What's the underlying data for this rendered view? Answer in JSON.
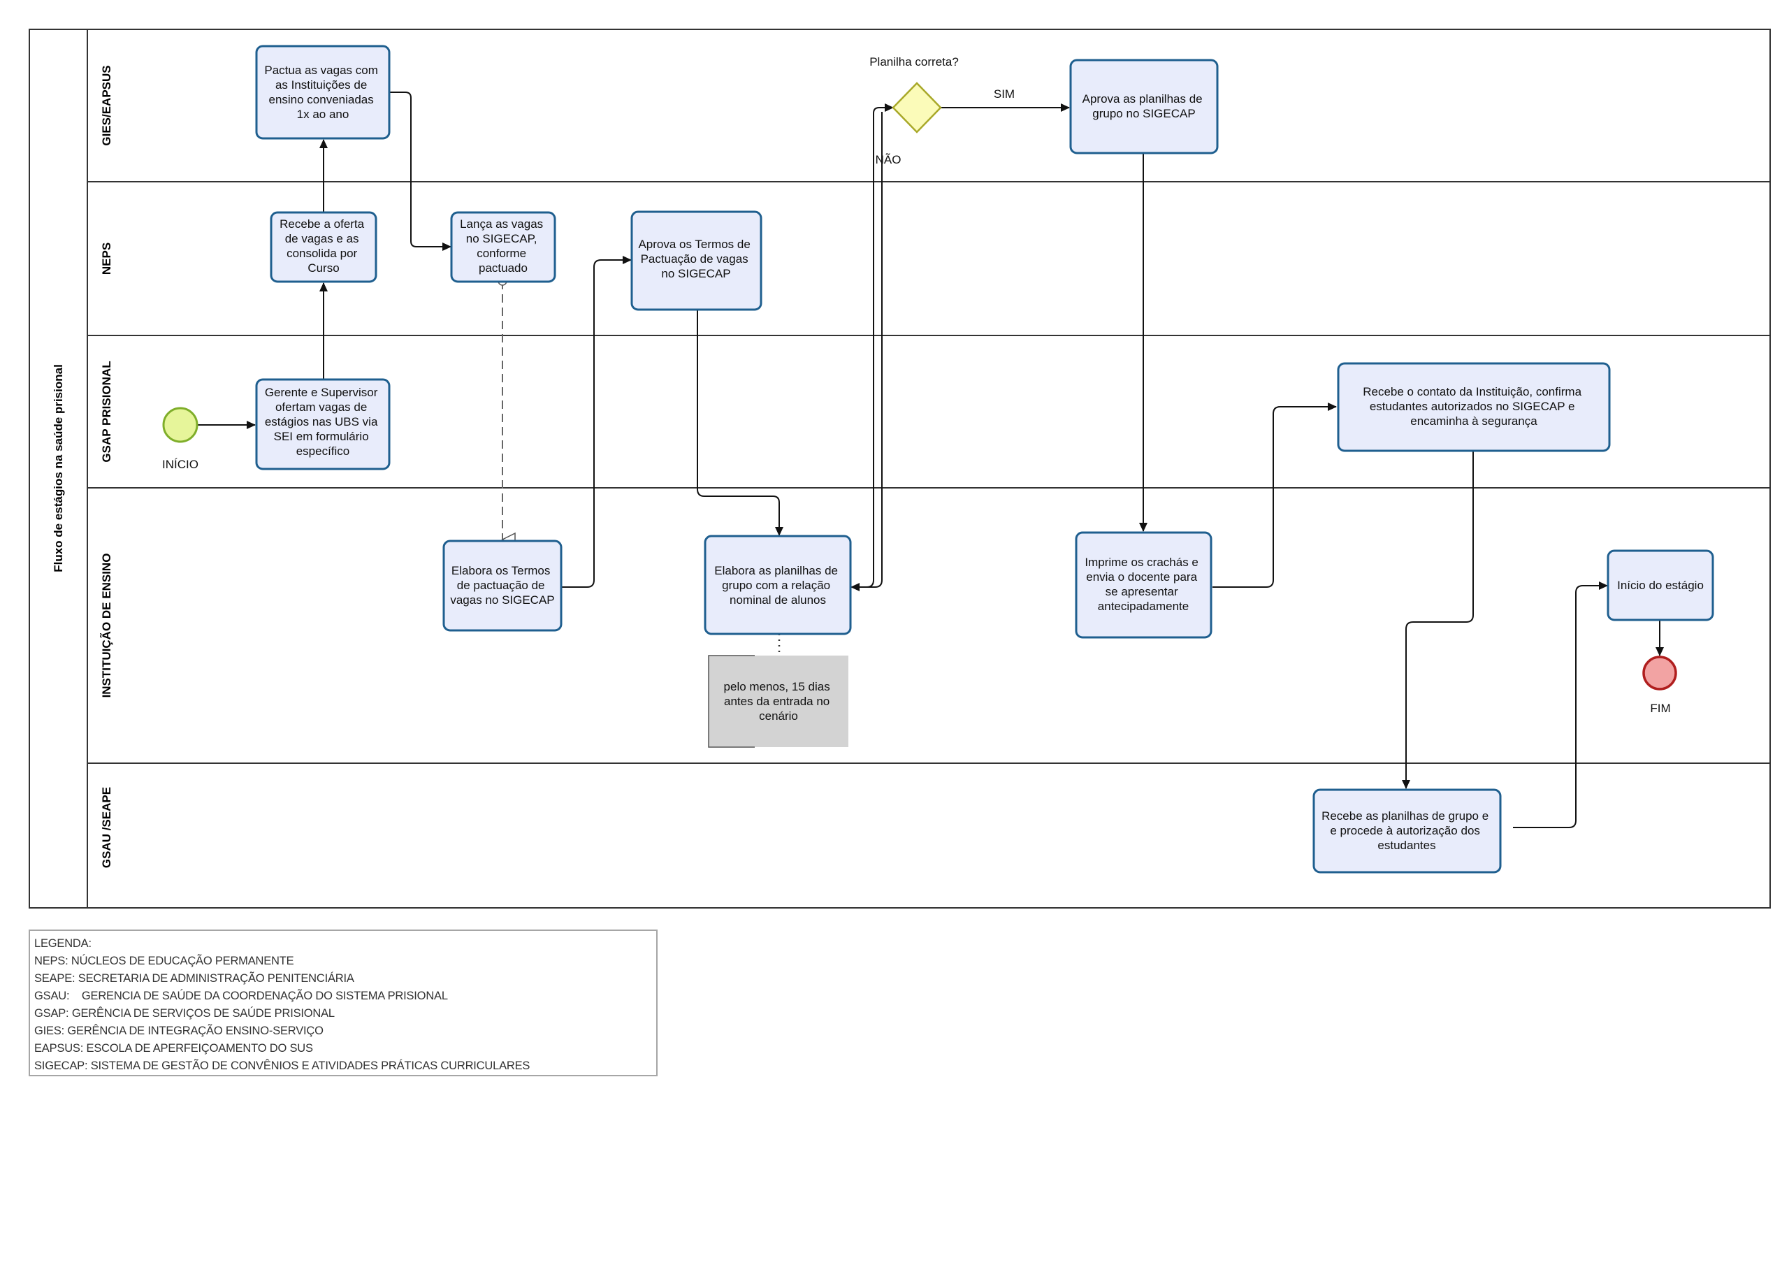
{
  "pool": {
    "title": "Fluxo de estágios na saúde prisional"
  },
  "lanes": [
    {
      "id": "gies",
      "label": "GIES/EAPSUS"
    },
    {
      "id": "neps",
      "label": "NEPS"
    },
    {
      "id": "gsap",
      "label": "GSAP PRISIONAL"
    },
    {
      "id": "inst",
      "label": "INSTITUIÇÃO DE ENSINO"
    },
    {
      "id": "gsau",
      "label": "GSAU /SEAPE"
    }
  ],
  "events": {
    "start": {
      "label": "INÍCIO"
    },
    "end": {
      "label": "FIM"
    }
  },
  "gateway": {
    "question": "Planilha correta?",
    "yes_label": "SIM",
    "no_label": "NÃO"
  },
  "tasks": {
    "pactua": [
      "Pactua as vagas com",
      "as Instituições de",
      "ensino conveniadas",
      "1x ao ano"
    ],
    "recebe_oferta": [
      "Recebe a oferta",
      "de vagas e as",
      "consolida por",
      "Curso"
    ],
    "lanca": [
      "Lança as vagas",
      "no SIGECAP,",
      "conforme",
      "pactuado"
    ],
    "aprova_termos": [
      "Aprova os Termos de",
      "Pactuação de vagas",
      "no SIGECAP"
    ],
    "aprova_planilhas": [
      "Aprova as planilhas de",
      "grupo no SIGECAP"
    ],
    "gerente": [
      "Gerente e Supervisor",
      "ofertam vagas de",
      "estágios nas UBS via",
      "SEI em formulário",
      "específico"
    ],
    "recebe_contato": [
      "Recebe o contato da Instituição, confirma",
      "estudantes autorizados no SIGECAP e",
      "encaminha à segurança"
    ],
    "elabora_termos": [
      "Elabora os Termos",
      "de pactuação de",
      "vagas no SIGECAP"
    ],
    "elabora_planilhas": [
      "Elabora as planilhas de",
      "grupo com a relação",
      "nominal de alunos"
    ],
    "imprime": [
      "Imprime os crachás e",
      "envia o docente para",
      "se apresentar",
      "antecipadamente"
    ],
    "inicio_estagio": [
      "Início do estágio"
    ],
    "recebe_planilhas": [
      "Recebe as planilhas de grupo e",
      "e procede à autorização dos",
      "estudantes"
    ]
  },
  "annotation": [
    "pelo menos, 15 dias",
    "antes da entrada no",
    "cenário"
  ],
  "legend": [
    "LEGENDA:",
    "NEPS: NÚCLEOS DE EDUCAÇÃO PERMANENTE",
    "SEAPE: SECRETARIA DE ADMINISTRAÇÃO PENITENCIÁRIA",
    "GSAU:    GERENCIA DE SAÚDE DA COORDENAÇÃO DO SISTEMA PRISIONAL",
    "GSAP: GERÊNCIA DE SERVIÇOS DE SAÚDE PRISIONAL",
    "GIES: GERÊNCIA DE INTEGRAÇÃO ENSINO-SERVIÇO",
    "EAPSUS: ESCOLA DE APERFEIÇOAMENTO DO SUS",
    "SIGECAP: SISTEMA DE GESTÃO DE CONVÊNIOS E ATIVIDADES PRÁTICAS CURRICULARES"
  ],
  "colors": {
    "task_fill": "#e8ecfb",
    "task_stroke": "#1f5f8f",
    "start_fill": "#e6f59a",
    "start_stroke": "#7fae2a",
    "end_fill": "#f2a3a3",
    "end_stroke": "#b01e1e",
    "gateway_fill": "#fbfbb9",
    "gateway_stroke": "#a8a828",
    "annotation_fill": "#d3d3d3"
  }
}
